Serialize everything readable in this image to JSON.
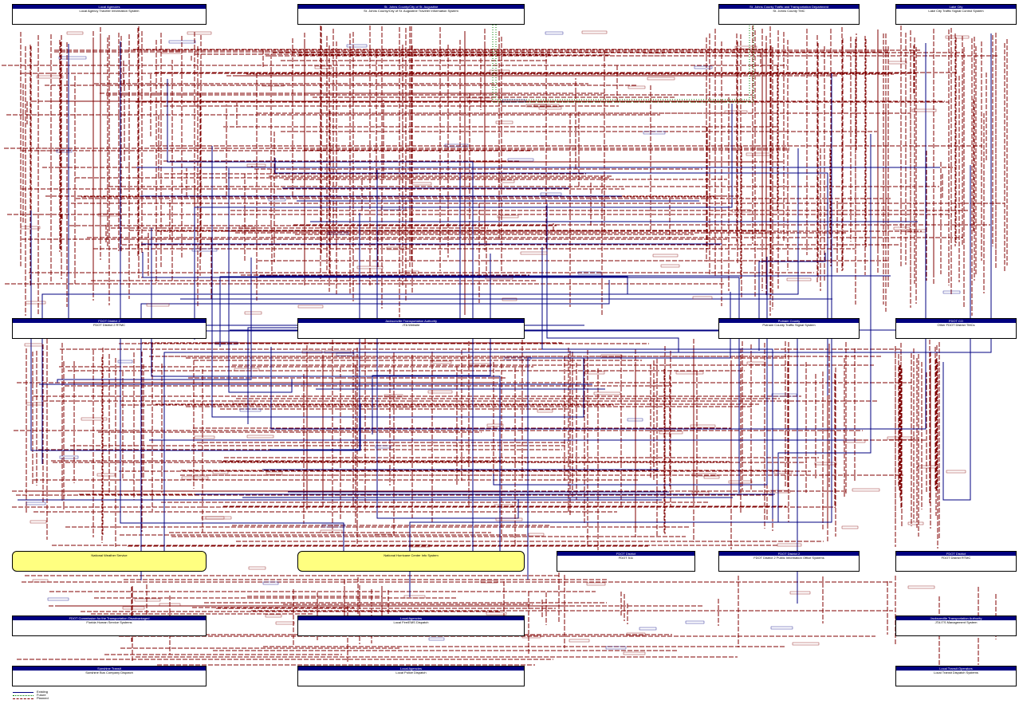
{
  "colors": {
    "existing": "#000080",
    "planned": "#800000",
    "future": "#008000",
    "node_header": "#000080",
    "node_highlight": "#ffff80"
  },
  "nodes": [
    {
      "id": "n1",
      "header": "Local Agencies",
      "body": "Local Agency Traveler Information System",
      "style": "box"
    },
    {
      "id": "n2",
      "header": "St. Johns County/City of St. Augustine",
      "body": "St. Johns County/City of St. Augustine Traveler Information System",
      "style": "box"
    },
    {
      "id": "n3",
      "header": "St. Johns County Traffic and Transportation Department",
      "body": "St. Johns County TMC",
      "style": "box"
    },
    {
      "id": "n4",
      "header": "Lake City",
      "body": "Lake City Traffic Signal Control System",
      "style": "box"
    },
    {
      "id": "n5",
      "header": "FDOT District 2",
      "body": "FDOT District 2 RTMC",
      "style": "box"
    },
    {
      "id": "n6",
      "header": "Jacksonville Transportation Authority",
      "body": "JTA Website",
      "style": "box"
    },
    {
      "id": "n7",
      "header": "Putnam County",
      "body": "Putnam County Traffic Signal System",
      "style": "box"
    },
    {
      "id": "n8",
      "header": "FDOT CO",
      "body": "Other FDOT District TMCs",
      "style": "box"
    },
    {
      "id": "n9",
      "header": "",
      "body": "National Weather Service",
      "style": "yellow"
    },
    {
      "id": "n10",
      "header": "",
      "body": "National Hurricane Center Info System",
      "style": "yellow"
    },
    {
      "id": "n11",
      "header": "FDOT District",
      "body": "FDOT 511",
      "style": "box"
    },
    {
      "id": "n12",
      "header": "FDOT District 2",
      "body": "FDOT District 2 Public Information Office Systems",
      "style": "box"
    },
    {
      "id": "n13",
      "header": "FDOT District",
      "body": "FDOT District RTMC",
      "style": "box"
    },
    {
      "id": "n14",
      "header": "FDOT Commission for the Transportation Disadvantaged",
      "body": "Florida Human Service Systems",
      "style": "box"
    },
    {
      "id": "n15",
      "header": "Local Agencies",
      "body": "Local Fire/EMS Dispatch",
      "style": "box"
    },
    {
      "id": "n16",
      "header": "Jacksonville Transportation Authority",
      "body": "JTA ITS Management System",
      "style": "box"
    },
    {
      "id": "n17",
      "header": "Sunshine Transit",
      "body": "Sunshine Bus Company Dispatch",
      "style": "box"
    },
    {
      "id": "n18",
      "header": "Local Agencies",
      "body": "Local Police Dispatch",
      "style": "box"
    },
    {
      "id": "n19",
      "header": "Local Transit Operators",
      "body": "Local Transit Dispatch Systems",
      "style": "box"
    }
  ],
  "legend": [
    {
      "label": "Existing",
      "color": "#000080",
      "dash": "solid"
    },
    {
      "label": "Future",
      "color": "#008000",
      "dash": "dotted"
    },
    {
      "label": "Planned",
      "color": "#800000",
      "dash": "dashed"
    }
  ]
}
